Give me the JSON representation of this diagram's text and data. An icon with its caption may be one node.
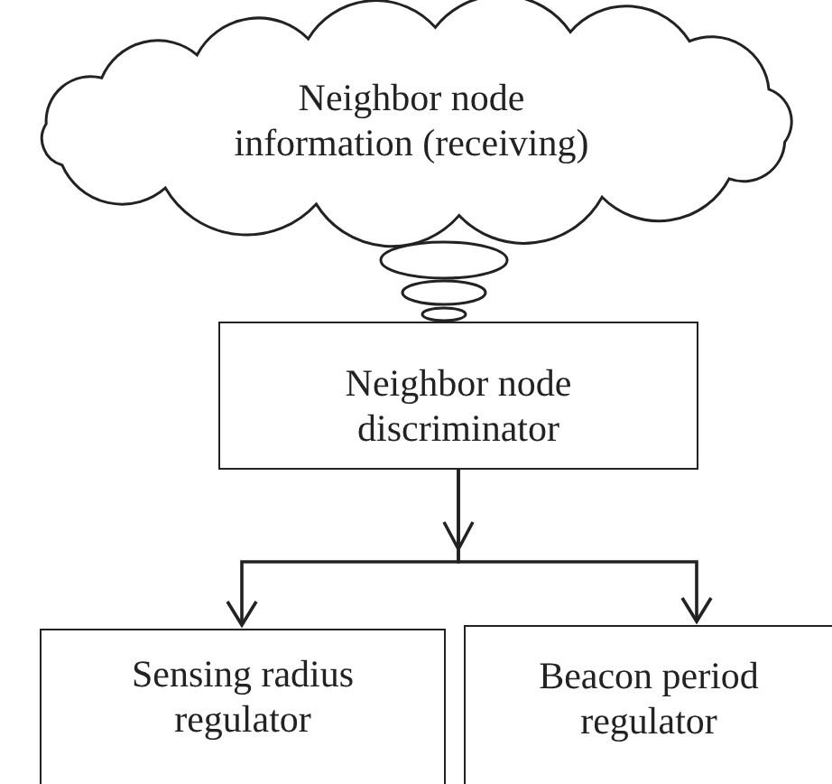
{
  "diagram": {
    "nodes": [
      {
        "text": [
          "Neighbor node information (receiving)"
        ]
      },
      {
        "text": [
          "Neighbor node discriminator"
        ]
      },
      {
        "text": [
          "Sensing radius regulator"
        ]
      },
      {
        "text": [
          "Beacon period regulator"
        ]
      }
    ],
    "edges": [
      {
        "from": 1,
        "to": 2,
        "arrow": "to"
      },
      {
        "from": 1,
        "to": 3,
        "arrow": "to"
      }
    ]
  }
}
